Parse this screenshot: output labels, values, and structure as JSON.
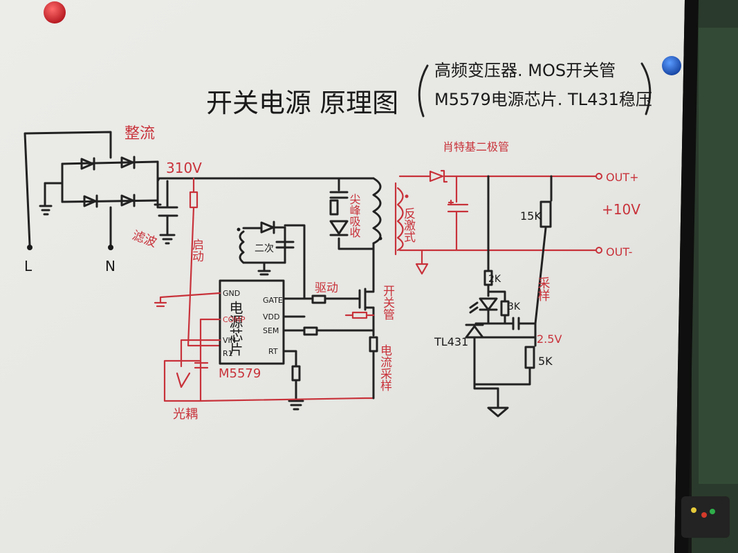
{
  "title": {
    "main": "开关电源 原理图",
    "note_line1": "高频变压器. MOS开关管",
    "note_line2": "M5579电源芯片. TL431稳压"
  },
  "labels": {
    "rectifier": "整流",
    "bus_voltage": "310V",
    "filter": "滤波",
    "input_l": "L",
    "input_n": "N",
    "startup": "启动",
    "secondary": "二次",
    "spike_absorb": "尖峰吸收",
    "drive": "驱动",
    "switch_tube": "开关管",
    "current_sense": "电流采样",
    "chip_title": "电源芯片",
    "chip_model": "M5579",
    "optocoupler": "光耦",
    "flyback": "反激式",
    "schottky": "肖特基二极管",
    "out_pos": "OUT+",
    "out_neg": "OUT-",
    "out_voltage": "+10V",
    "r15k": "15K",
    "r2k": "2K",
    "r3k": "3K",
    "r5k": "5K",
    "sampling": "采样",
    "ref_voltage": "2.5V",
    "tl431": "TL431"
  },
  "chip_pins": {
    "gnd": "GND",
    "comp": "COMP",
    "vin": "VIN",
    "r1": "R1",
    "gate": "GATE",
    "vdd": "VDD",
    "sem": "SEM",
    "rt": "RT"
  },
  "colors": {
    "board": "#e9e9e6",
    "ink_black": "#1a1a1a",
    "ink_red": "#c8323a",
    "magnet_red": "#d3202a",
    "magnet_blue": "#1f5fd0",
    "frame": "#161816"
  }
}
